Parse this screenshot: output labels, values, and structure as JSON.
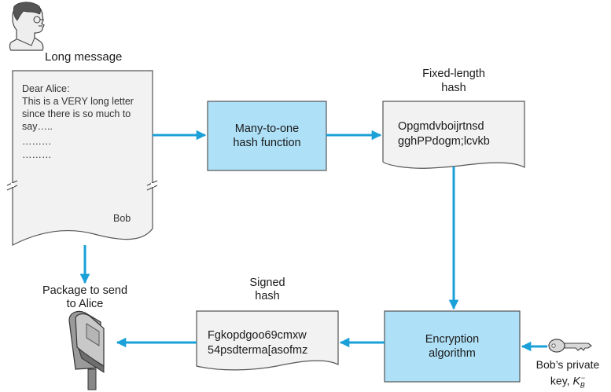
{
  "figure": {
    "long_message_label": "Long message",
    "letter": {
      "greeting": "Dear Alice:",
      "lines": [
        "This is a VERY long letter",
        "since there is so much to",
        "say…..",
        "………",
        "………"
      ],
      "signature": "Bob"
    },
    "hash_function_label": [
      "Many-to-one",
      "hash function"
    ],
    "fixed_length_hash_label": [
      "Fixed-length",
      "hash"
    ],
    "hash_value": [
      "Opgmdvboijrtnsd",
      "gghPPdogm;lcvkb"
    ],
    "encryption_label": [
      "Encryption",
      "algorithm"
    ],
    "private_key_label": [
      "Bob’s private",
      "key, "
    ],
    "private_key_symbol": "K",
    "private_key_sub": "B",
    "private_key_sup": "−",
    "signed_hash_label": [
      "Signed",
      "hash"
    ],
    "signed_hash_value": [
      "Fgkopdgoo69cmxw",
      "54psdterma[asofmz"
    ],
    "package_label": [
      "Package to send",
      "to Alice"
    ],
    "colors": {
      "box_fill": "#aee0f7",
      "arrow": "#1ba0d8",
      "paper_fill": "#f2f2f2",
      "outline": "#555555"
    },
    "icons": [
      "person-icon",
      "key-icon",
      "mailbox-icon"
    ]
  }
}
